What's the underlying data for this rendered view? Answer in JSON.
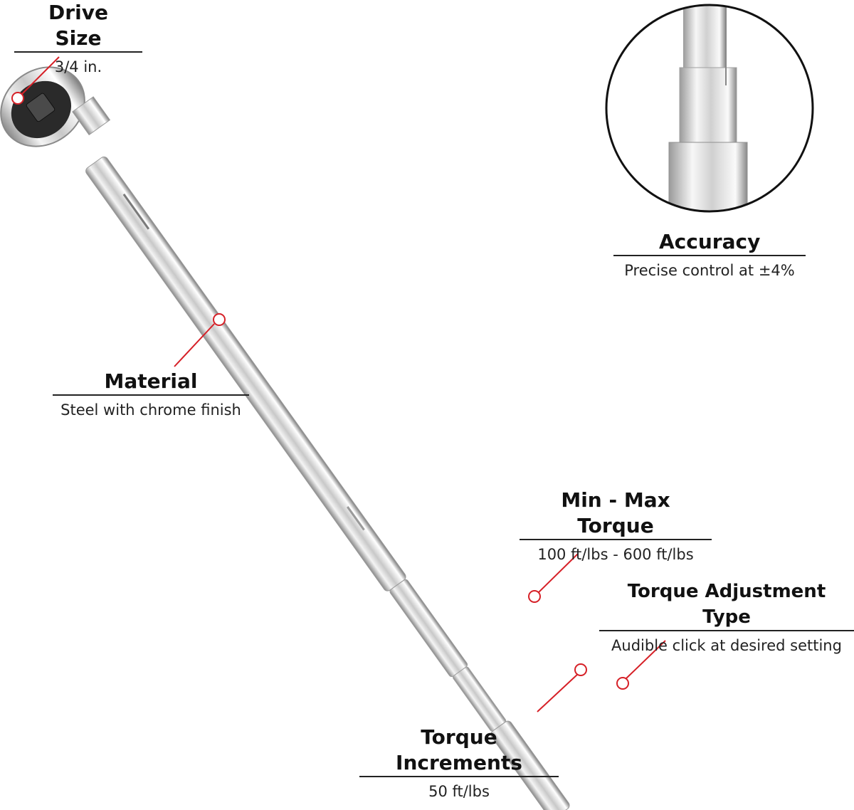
{
  "colors": {
    "callout_red": "#d62027",
    "background": "#ffffff",
    "text": "#111111"
  },
  "callouts": {
    "drive_size": {
      "title": "Drive Size",
      "desc": "3/4 in."
    },
    "accuracy": {
      "title": "Accuracy",
      "desc": "Precise control at ±4%"
    },
    "material": {
      "title": "Material",
      "desc": "Steel with chrome finish"
    },
    "min_max_torque": {
      "title": "Min - Max Torque",
      "desc": "100 ft/lbs - 600 ft/lbs"
    },
    "adjustment_type": {
      "title": "Torque Adjustment Type",
      "desc": "Audible click at desired setting"
    },
    "increments": {
      "title": "Torque Increments",
      "desc": "50 ft/lbs"
    }
  },
  "icons": {
    "product": "torque-wrench-image",
    "zoom": "detail-magnifier-circle",
    "marker": "callout-dot-icon"
  }
}
